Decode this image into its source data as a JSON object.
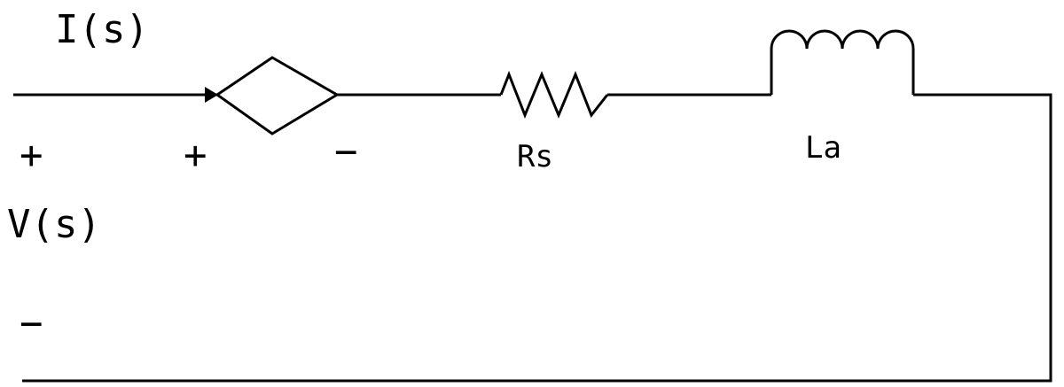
{
  "labels": {
    "current": "I(s)",
    "voltage": "V(s)",
    "resistor": "Rs",
    "inductor": "La",
    "source_plus_sign": "+",
    "source_minus_sign": "−",
    "dependent_plus_sign": "+",
    "dependent_minus_sign": "−"
  },
  "components": [
    {
      "type": "dependent-voltage-source",
      "name": ""
    },
    {
      "type": "resistor",
      "name": "Rs"
    },
    {
      "type": "inductor",
      "name": "La"
    }
  ],
  "colors": {
    "line": "#000000",
    "background": "#ffffff"
  }
}
